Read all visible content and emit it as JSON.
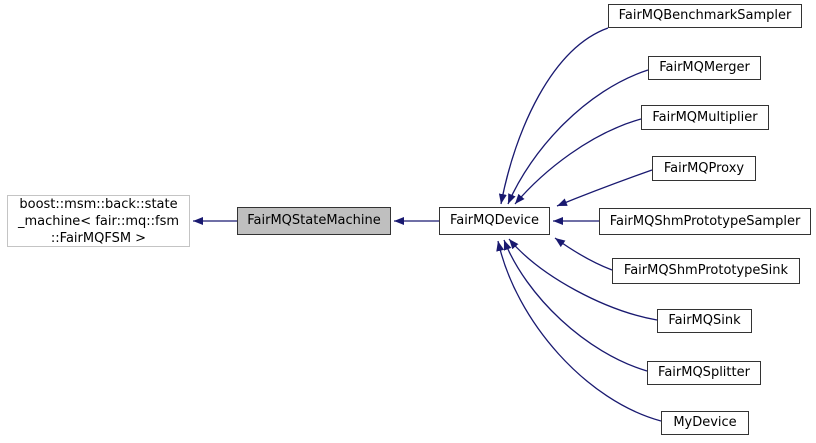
{
  "diagram": {
    "type": "class-inheritance-graph",
    "colors": {
      "edge": "#191970",
      "node_border": "#333333",
      "node_fill": "#ffffff",
      "current_node_fill": "#bfbfbf",
      "external_node_border": "#c4c4c4",
      "background": "#ffffff",
      "text": "#000000"
    },
    "nodes": [
      {
        "id": "base",
        "label": "boost::msm::back::state\n_machine< fair::mq::fsm\n::FairMQFSM >",
        "role": "external-base-class"
      },
      {
        "id": "statemachine",
        "label": "FairMQStateMachine",
        "role": "current-class"
      },
      {
        "id": "device",
        "label": "FairMQDevice",
        "role": "derived-class"
      },
      {
        "id": "benchmark",
        "label": "FairMQBenchmarkSampler",
        "role": "derived-class"
      },
      {
        "id": "merger",
        "label": "FairMQMerger",
        "role": "derived-class"
      },
      {
        "id": "multiplier",
        "label": "FairMQMultiplier",
        "role": "derived-class"
      },
      {
        "id": "proxy",
        "label": "FairMQProxy",
        "role": "derived-class"
      },
      {
        "id": "shmsampler",
        "label": "FairMQShmPrototypeSampler",
        "role": "derived-class"
      },
      {
        "id": "shmsink",
        "label": "FairMQShmPrototypeSink",
        "role": "derived-class"
      },
      {
        "id": "sink",
        "label": "FairMQSink",
        "role": "derived-class"
      },
      {
        "id": "splitter",
        "label": "FairMQSplitter",
        "role": "derived-class"
      },
      {
        "id": "mydevice",
        "label": "MyDevice",
        "role": "derived-class"
      }
    ],
    "edges": [
      {
        "from": "FairMQStateMachine",
        "to": "boost::msm::back::state_machine< fair::mq::fsm::FairMQFSM >"
      },
      {
        "from": "FairMQDevice",
        "to": "FairMQStateMachine"
      },
      {
        "from": "FairMQBenchmarkSampler",
        "to": "FairMQDevice"
      },
      {
        "from": "FairMQMerger",
        "to": "FairMQDevice"
      },
      {
        "from": "FairMQMultiplier",
        "to": "FairMQDevice"
      },
      {
        "from": "FairMQProxy",
        "to": "FairMQDevice"
      },
      {
        "from": "FairMQShmPrototypeSampler",
        "to": "FairMQDevice"
      },
      {
        "from": "FairMQShmPrototypeSink",
        "to": "FairMQDevice"
      },
      {
        "from": "FairMQSink",
        "to": "FairMQDevice"
      },
      {
        "from": "FairMQSplitter",
        "to": "FairMQDevice"
      },
      {
        "from": "MyDevice",
        "to": "FairMQDevice"
      }
    ]
  }
}
